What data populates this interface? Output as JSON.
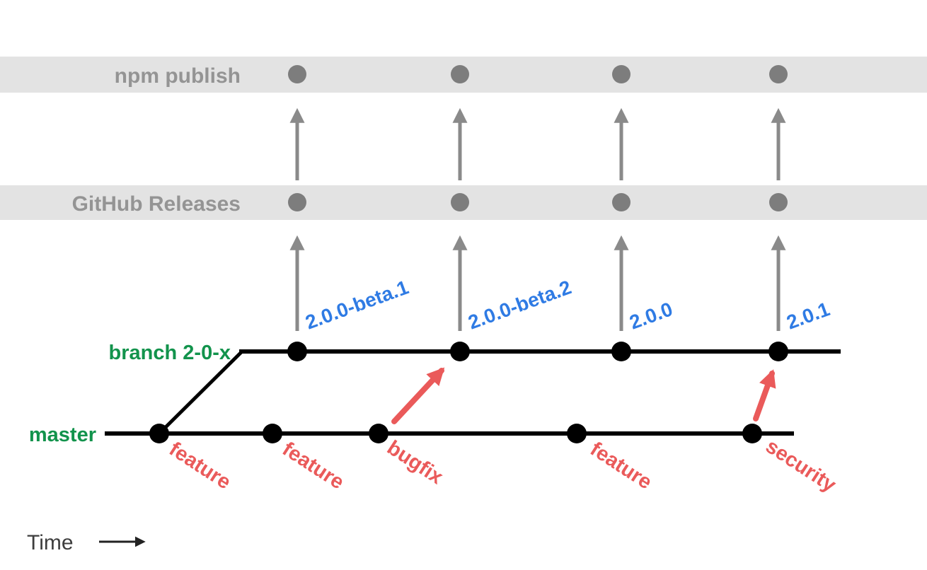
{
  "bands": {
    "npm_label": "npm publish",
    "github_label": "GitHub Releases"
  },
  "branches": {
    "release_label": "branch 2-0-x",
    "master_label": "master"
  },
  "release_tags": [
    "2.0.0-beta.1",
    "2.0.0-beta.2",
    "2.0.0",
    "2.0.1"
  ],
  "commit_labels": [
    "feature",
    "feature",
    "bugfix",
    "feature",
    "security"
  ],
  "time_label": "Time",
  "colors": {
    "band_background": "#e3e3e3",
    "band_text": "#949494",
    "node_gray": "#7d7d7d",
    "arrow_gray": "#8a8a8a",
    "branch_green": "#12934c",
    "tag_blue": "#2f7be4",
    "annotation_red": "#ea5a5a",
    "line_black": "#000000",
    "time_text": "#3d3d3d"
  }
}
